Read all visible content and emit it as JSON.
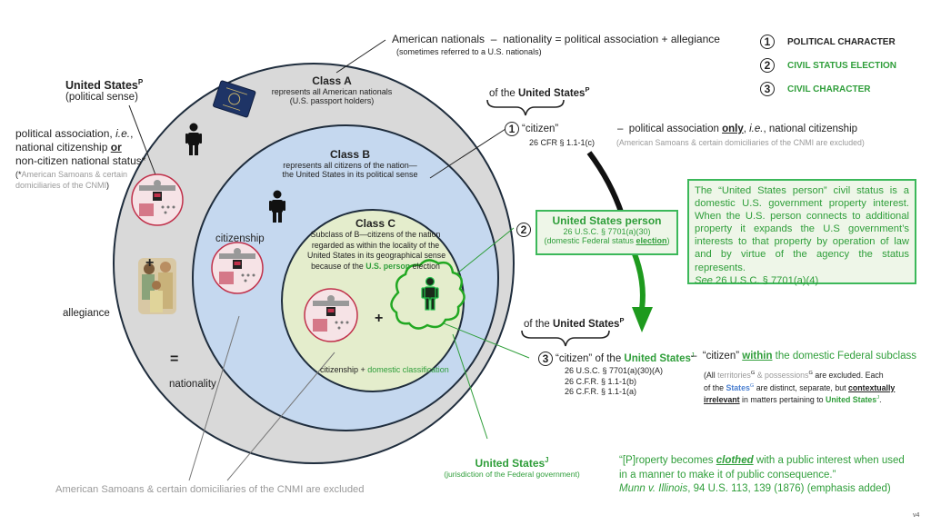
{
  "colors": {
    "outer_circle": "#d9d9d9",
    "class_b_circle": "#c5d8ef",
    "class_c_circle": "#e4edcc",
    "outline": "#1f2d3d",
    "green": "#2f9e3a",
    "arrow_green": "#1e9a1e",
    "seal_fill": "#f6e3e6",
    "seal_stroke": "#c0304a"
  },
  "legend": [
    {
      "num": "1",
      "label": "POLITICAL CHARACTER",
      "color": "#222222"
    },
    {
      "num": "2",
      "label": "CIVIL STATUS ELECTION",
      "color": "#2f9e3a"
    },
    {
      "num": "3",
      "label": "CIVIL CHARACTER",
      "color": "#2f9e3a"
    }
  ],
  "top_note": {
    "left": "American nationals",
    "dash": "–",
    "right": "nationality = political association  + allegiance",
    "sub": "(sometimes referred to a U.S. nationals)"
  },
  "left_labels": {
    "us_p_title": "United States",
    "us_p_sup": "P",
    "us_p_sub": "(political sense)",
    "pa_line1a": "political association, ",
    "pa_line1b": "i.e.",
    "pa_line1c": ",",
    "pa_line2a": "national citizenship ",
    "pa_line2b": "or",
    "pa_line3": "non-citizen national status*",
    "pa_note_a": "(",
    "pa_note_star": "*",
    "pa_note_b": "American Samoans & certain",
    "pa_note_c": "domiciliaries of the CNMI",
    "pa_note_d": ")",
    "allegiance": "allegiance",
    "plus": "+",
    "equals": "=",
    "nationality": "nationality",
    "citizenship": "citizenship"
  },
  "class_a": {
    "title": "Class A",
    "line1": "represents all American nationals",
    "line2": "(U.S. passport holders)"
  },
  "class_b": {
    "title": "Class B",
    "line1": "represents all citizens of the nation—",
    "line2": "the United States in its political sense"
  },
  "class_c": {
    "title": "Class C",
    "line1": "Subclass of B—citizens of the nation",
    "line2": "regarded as within the locality of the",
    "line3": "United States in its geographical sense",
    "line4a": "because of the ",
    "line4b": "U.S. person",
    "line4c": " election",
    "plus": "+",
    "formula_a": "citizenship + ",
    "formula_b": "domestic classification"
  },
  "citizen1": {
    "brace_label_a": "of the ",
    "brace_label_b": "United States",
    "brace_sup": "P",
    "num": "1",
    "term": "“citizen”",
    "cite": "26 CFR § 1.1-1(c)",
    "desc_dash": "–",
    "desc_a": "political association ",
    "desc_b": "only",
    "desc_c": ", ",
    "desc_d": "i.e.",
    "desc_e": ", national citizenship",
    "desc_note": "(American Samoans & certain domiciliaries of the CNMI are excluded)"
  },
  "us_person_box": {
    "num": "2",
    "title": "United States person",
    "cite": "26 U.S.C. § 7701(a)(30)",
    "note_a": "(domestic Federal status ",
    "note_b": "election",
    "note_c": ")"
  },
  "note_box": {
    "text": "The “United States person” civil status is a domestic U.S. government property interest. When the U.S. person connects to additional property it expands the U.S government’s interests to that property by operation of law and by virtue of the agency the status represents.",
    "see_a": "See",
    "see_b": " 26 U.S.C. § 7701(a)(4)"
  },
  "citizen3": {
    "brace_label_a": "of the ",
    "brace_label_b": "United States",
    "brace_sup": "P",
    "num": "3",
    "term_a": "“citizen” of the ",
    "term_b": "United States",
    "term_sup": "J",
    "cites": [
      "26 U.S.C. § 7701(a)(30)(A)",
      "26 C.F.R. § 1.1-1(b)",
      "26 C.F.R. § 1.1-1(a)"
    ],
    "desc_dash": "–",
    "desc_a": "“citizen” ",
    "desc_b": "within",
    "desc_c": " the domestic Federal subclass",
    "note1_a": "(All ",
    "note1_b": "territories",
    "note1_sup1": "G",
    "note1_c": " & ",
    "note1_d": "possessions",
    "note1_sup2": "G",
    "note1_e": " are excluded.  Each",
    "note2_a": "of the ",
    "note2_b": "States",
    "note2_sup": "G",
    "note2_c": " are distinct, separate, but ",
    "note2_d": "contextually",
    "note3_a": "irrelevant",
    "note3_b": " in matters pertaining to ",
    "note3_c": "United States",
    "note3_sup": "J",
    "note3_d": "."
  },
  "us_j": {
    "title": "United States",
    "sup": "J",
    "sub": "(jurisdiction of the Federal government)"
  },
  "bottom_excluded": "American Samoans & certain domiciliaries of the CNMI are excluded",
  "quote": {
    "line1a": "“[P]roperty becomes ",
    "line1b": "clothed",
    "line1c": " with a public interest when used",
    "line2": "in a manner to make it of public consequence.”",
    "line3a": "Munn v. Illinois",
    "line3b": ", 94 U.S. 113, 139 (1876) (emphasis added)"
  },
  "version": "v4"
}
